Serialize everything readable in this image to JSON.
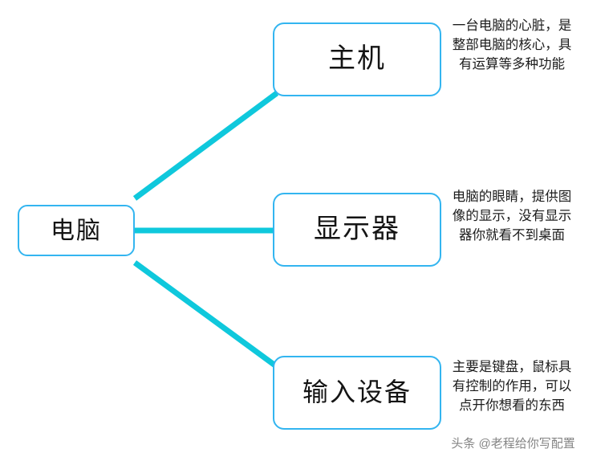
{
  "diagram": {
    "type": "mind-map",
    "root": {
      "label": "电脑"
    },
    "branches": [
      {
        "key": "host",
        "label": "主机",
        "description": "一台电脑的心脏，是整部电脑的核心，具有运算等多种功能"
      },
      {
        "key": "monitor",
        "label": "显示器",
        "description": "电脑的眼睛，提供图像的显示，没有显示器你就看不到桌面"
      },
      {
        "key": "input",
        "label": "输入设备",
        "description": "主要是键盘，鼠标具有控制的作用，可以点开你想看的东西"
      }
    ]
  },
  "watermark": {
    "text": "头条 @老程给你写配置"
  },
  "colors": {
    "node_border": "#33b5f0",
    "connector": "#0fc8dc",
    "node_fill": "#ffffff",
    "text": "#1c1c1c",
    "watermark": "#6f6f6f",
    "background": "#ffffff"
  }
}
